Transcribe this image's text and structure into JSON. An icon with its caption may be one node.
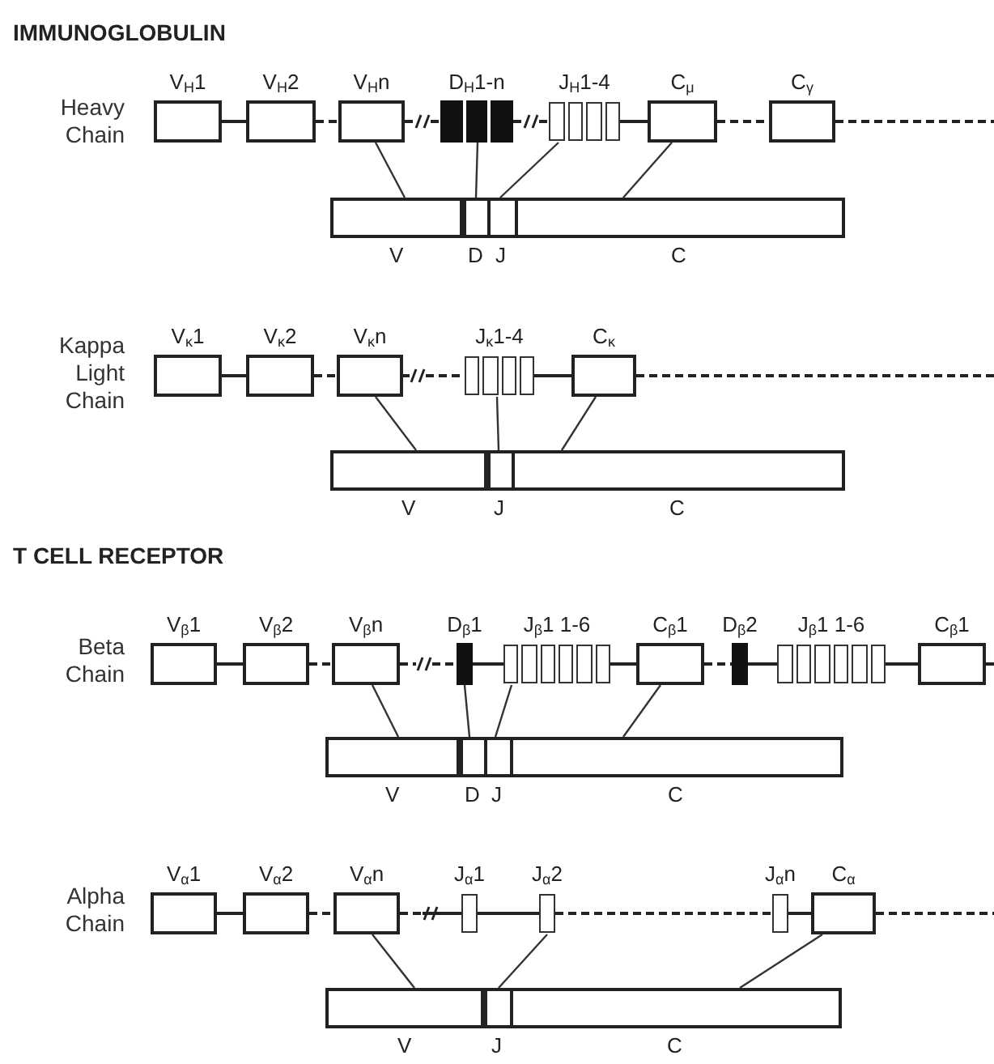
{
  "diagram": {
    "nodes": [
      {
        "text": [
          "V$_{H}$1"
        ]
      },
      {
        "text": [
          "V$_{H}$2"
        ]
      },
      {
        "text": [
          "V$_{H}$n"
        ]
      },
      {
        "text": [
          "D$_{H}$1-n"
        ]
      },
      {
        "text": [
          "J$_{H}$1-4"
        ]
      },
      {
        "text": [
          "C$_{μ}$"
        ]
      },
      {
        "text": [
          "C$_{γ}$"
        ]
      },
      {
        "text": [
          "V"
        ]
      },
      {
        "text": [
          "D"
        ]
      },
      {
        "text": [
          "J"
        ]
      },
      {
        "text": [
          "C"
        ]
      },
      {
        "text": [
          "V$_{κ}$1"
        ]
      },
      {
        "text": [
          "V$_{κ}$2"
        ]
      },
      {
        "text": [
          "V$_{κ}$n"
        ]
      },
      {
        "text": [
          "J$_{κ}$1-4"
        ]
      },
      {
        "text": [
          "C$_{κ}$"
        ]
      },
      {
        "text": [
          "V"
        ]
      },
      {
        "text": [
          "J"
        ]
      },
      {
        "text": [
          "C"
        ]
      },
      {
        "text": [
          "V$_{β}$1"
        ]
      },
      {
        "text": [
          "V$_{β}$2"
        ]
      },
      {
        "text": [
          "V$_{β}$n"
        ]
      },
      {
        "text": [
          "D$_{β}$1"
        ]
      },
      {
        "text": [
          "J$_{β}$1 1-6"
        ]
      },
      {
        "text": [
          "C$_{β}$1"
        ]
      },
      {
        "text": [
          "D$_{β}$2"
        ]
      },
      {
        "text": [
          "J$_{β}$1 1-6"
        ]
      },
      {
        "text": [
          "C$_{β}$1"
        ]
      },
      {
        "text": [
          "V"
        ]
      },
      {
        "text": [
          "D"
        ]
      },
      {
        "text": [
          "J"
        ]
      },
      {
        "text": [
          "C"
        ]
      },
      {
        "text": [
          "V$_{α}$1"
        ]
      },
      {
        "text": [
          "V$_{α}$2"
        ]
      },
      {
        "text": [
          "V$_{α}$n"
        ]
      },
      {
        "text": [
          "J$_{α}$1"
        ]
      },
      {
        "text": [
          "J$_{α}$2"
        ]
      },
      {
        "text": [
          "J$_{α}$n"
        ]
      },
      {
        "text": [
          "C$_{α}$"
        ]
      },
      {
        "text": [
          "V"
        ]
      },
      {
        "text": [
          "J"
        ]
      },
      {
        "text": [
          "C"
        ]
      }
    ],
    "edges": [
      {
        "from": 2,
        "to": 7,
        "arrow": "none"
      },
      {
        "from": 3,
        "to": 8,
        "arrow": "none"
      },
      {
        "from": 4,
        "to": 9,
        "arrow": "none"
      },
      {
        "from": 5,
        "to": 10,
        "arrow": "none"
      },
      {
        "from": 13,
        "to": 16,
        "arrow": "none"
      },
      {
        "from": 14,
        "to": 17,
        "arrow": "none"
      },
      {
        "from": 15,
        "to": 18,
        "arrow": "none"
      },
      {
        "from": 21,
        "to": 28,
        "arrow": "none"
      },
      {
        "from": 22,
        "to": 29,
        "arrow": "none"
      },
      {
        "from": 23,
        "to": 30,
        "arrow": "none"
      },
      {
        "from": 24,
        "to": 31,
        "arrow": "none"
      },
      {
        "from": 34,
        "to": 39,
        "arrow": "none"
      },
      {
        "from": 36,
        "to": 40,
        "arrow": "none"
      },
      {
        "from": 38,
        "to": 41,
        "arrow": "none"
      },
      {
        "from": 0,
        "to": 1,
        "arrow": "none"
      },
      {
        "from": 1,
        "to": 2,
        "arrow": "none",
        "style": "dashed"
      },
      {
        "from": 2,
        "to": 3,
        "arrow": "none",
        "style": "dashed"
      },
      {
        "from": 3,
        "to": 4,
        "arrow": "none",
        "style": "dashed"
      },
      {
        "from": 4,
        "to": 5,
        "arrow": "none"
      },
      {
        "from": 5,
        "to": 6,
        "arrow": "none",
        "style": "dashed"
      },
      {
        "from": 6,
        "to": null,
        "arrow": "none",
        "style": "dashed"
      },
      {
        "from": 11,
        "to": 12,
        "arrow": "none"
      },
      {
        "from": 12,
        "to": 13,
        "arrow": "none",
        "style": "dashed"
      },
      {
        "from": 13,
        "to": 14,
        "arrow": "none",
        "style": "dashed"
      },
      {
        "from": 14,
        "to": 15,
        "arrow": "none"
      },
      {
        "from": 15,
        "to": null,
        "arrow": "none",
        "style": "dashed"
      },
      {
        "from": 19,
        "to": 20,
        "arrow": "none"
      },
      {
        "from": 20,
        "to": 21,
        "arrow": "none",
        "style": "dashed"
      },
      {
        "from": 21,
        "to": 22,
        "arrow": "none",
        "style": "dashed"
      },
      {
        "from": 22,
        "to": 23,
        "arrow": "none"
      },
      {
        "from": 23,
        "to": 24,
        "arrow": "none"
      },
      {
        "from": 24,
        "to": 25,
        "arrow": "none",
        "style": "dashed"
      },
      {
        "from": 25,
        "to": 26,
        "arrow": "none"
      },
      {
        "from": 26,
        "to": 27,
        "arrow": "none"
      },
      {
        "from": 27,
        "to": null,
        "arrow": "none"
      },
      {
        "from": 32,
        "to": 33,
        "arrow": "none"
      },
      {
        "from": 33,
        "to": 34,
        "arrow": "none",
        "style": "dashed"
      },
      {
        "from": 34,
        "to": 35,
        "arrow": "none",
        "style": "dashed"
      },
      {
        "from": 35,
        "to": 36,
        "arrow": "none"
      },
      {
        "from": 36,
        "to": 37,
        "arrow": "none",
        "style": "dashed"
      },
      {
        "from": 37,
        "to": 38,
        "arrow": "none"
      },
      {
        "from": 38,
        "to": null,
        "arrow": "none",
        "style": "dashed"
      }
    ],
    "labels": [
      "IMMUNOGLOBULIN",
      "Heavy Chain",
      "Kappa Light Chain",
      "T CELL RECEPTOR",
      "Beta Chain",
      "Alpha Chain"
    ]
  }
}
